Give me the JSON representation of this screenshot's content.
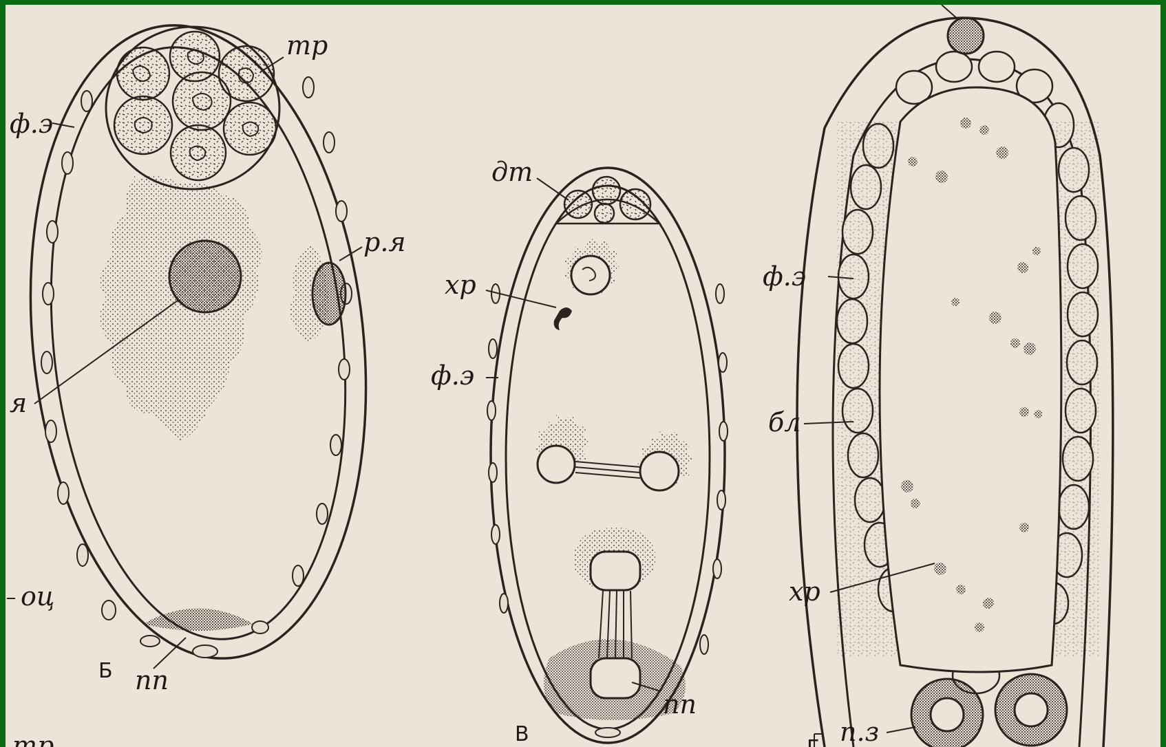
{
  "panels": {
    "b": {
      "caption": "Б",
      "labels": {
        "tr": "тр",
        "fe": "ф.э",
        "rya": "р.я",
        "ya": "я",
        "oc": "оц",
        "pp": "пп",
        "trb": "тр"
      }
    },
    "v": {
      "caption": "В",
      "labels": {
        "dt": "дт",
        "khr": "хр",
        "fe": "ф.э",
        "pp": "пп"
      }
    },
    "g": {
      "caption": "Г",
      "labels": {
        "fe": "ф.э",
        "bl": "бл",
        "khr": "хр",
        "pz": "п.з"
      }
    }
  },
  "colors": {
    "frame": "#0c6a12",
    "paper": "#ece4d8",
    "ink": "#2a2320"
  }
}
